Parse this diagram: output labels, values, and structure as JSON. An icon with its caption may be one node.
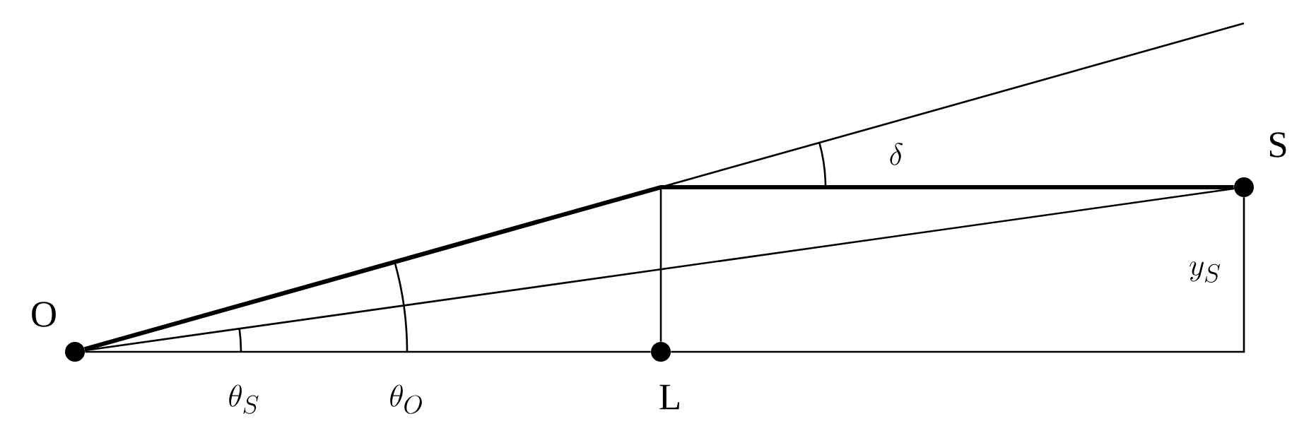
{
  "diagram": {
    "nodes": [
      {
        "text": [],
        "shape": "circle",
        "beside": [
          "O"
        ]
      },
      {
        "text": [],
        "shape": "circle",
        "beside": [
          "L"
        ]
      },
      {
        "text": [],
        "shape": "circle",
        "beside": [
          "S"
        ]
      }
    ],
    "edges": [
      {
        "from": 0,
        "to": 2,
        "arrow": "none"
      },
      {
        "from": 0,
        "to": 2,
        "arrow": "none",
        "style": "thick"
      },
      {
        "from": 0,
        "to": 1,
        "arrow": "none"
      },
      {
        "from": 1,
        "to": 2,
        "arrow": "none"
      },
      {
        "from": 1,
        "to": null,
        "arrow": "none"
      },
      {
        "from": 0,
        "to": null,
        "arrow": "none"
      }
    ],
    "labels": [
      "\\delta",
      "y_S",
      "\\theta_S",
      "\\theta_O"
    ]
  }
}
